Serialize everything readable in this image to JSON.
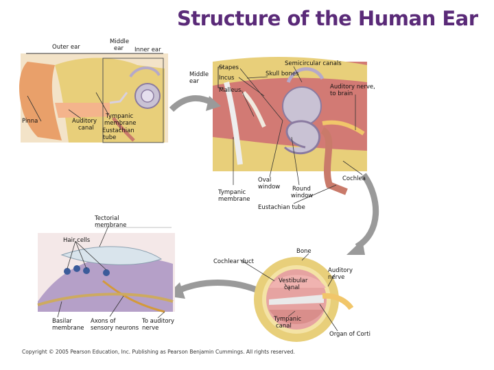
{
  "title": "Structure of the Human Ear",
  "panels": {
    "outer_view": {
      "labels": {
        "outer_ear": "Outer ear",
        "middle_ear_l1": "Middle",
        "middle_ear_l2": "ear",
        "inner_ear": "Inner ear",
        "pinna": "Pinna",
        "auditory_canal_l1": "Auditory",
        "auditory_canal_l2": "canal",
        "tympanic_membrane_l1": "Tympanic",
        "tympanic_membrane_l2": "membrane",
        "eustachian_tube_l1": "Eustachian",
        "eustachian_tube_l2": "tube"
      }
    },
    "middle_inner_view": {
      "labels": {
        "middle_ear_l1": "Middle",
        "middle_ear_l2": "ear",
        "stapes": "Stapes",
        "incus": "Incus",
        "malleus": "Malleus",
        "semicircular_canals": "Semicircular canals",
        "skull_bones": "Skull bones",
        "auditory_nerve_l1": "Auditory nerve,",
        "auditory_nerve_l2": "to brain",
        "cochlea": "Cochlea",
        "oval_window_l1": "Oval",
        "oval_window_l2": "window",
        "round_window_l1": "Round",
        "round_window_l2": "window",
        "tympanic_membrane_l1": "Tympanic",
        "tympanic_membrane_l2": "membrane",
        "eustachian_tube": "Eustachian tube"
      }
    },
    "cochlea_section": {
      "labels": {
        "bone": "Bone",
        "cochlear_duct": "Cochlear duct",
        "auditory_nerve_l1": "Auditory",
        "auditory_nerve_l2": "nerve",
        "vestibular_canal_l1": "Vestibular",
        "vestibular_canal_l2": "canal",
        "tympanic_canal_l1": "Tympanic",
        "tympanic_canal_l2": "canal",
        "organ_of_corti": "Organ of Corti"
      }
    },
    "organ_of_corti_view": {
      "labels": {
        "tectorial_membrane_l1": "Tectorial",
        "tectorial_membrane_l2": "membrane",
        "hair_cells": "Hair cells",
        "basilar_membrane_l1": "Basilar",
        "basilar_membrane_l2": "membrane",
        "axons_l1": "Axons of",
        "axons_l2": "sensory neurons",
        "to_auditory_nerve_l1": "To auditory",
        "to_auditory_nerve_l2": "nerve"
      }
    }
  },
  "copyright": "Copyright © 2005 Pearson Education, Inc. Publishing as Pearson Benjamin Cummings. All rights reserved.",
  "colors": {
    "title": "#5a2a78",
    "skin": "#e9a06a",
    "bone": "#e8cf7a",
    "cochlea": "#c9c2d4",
    "arrow": "#9a9a9a"
  }
}
